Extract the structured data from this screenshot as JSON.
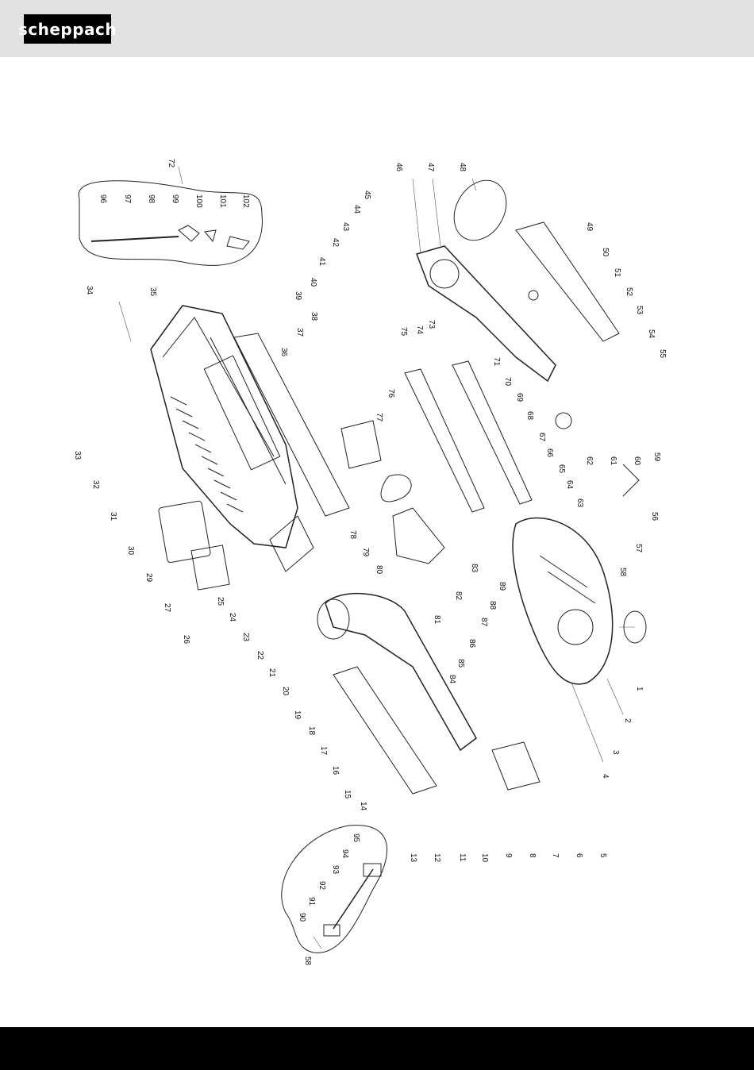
{
  "header": {
    "brand": "scheppach",
    "background": "#e2e2e2"
  },
  "footer": {
    "background": "#000000"
  },
  "diagram": {
    "callouts": [
      {
        "id": "c1",
        "label": "1"
      },
      {
        "id": "c2",
        "label": "2"
      },
      {
        "id": "c3",
        "label": "3"
      },
      {
        "id": "c4",
        "label": "4"
      },
      {
        "id": "c5",
        "label": "5"
      },
      {
        "id": "c6",
        "label": "6"
      },
      {
        "id": "c7",
        "label": "7"
      },
      {
        "id": "c8",
        "label": "8"
      },
      {
        "id": "c9",
        "label": "9"
      },
      {
        "id": "c10",
        "label": "10"
      },
      {
        "id": "c11",
        "label": "11"
      },
      {
        "id": "c12",
        "label": "12"
      },
      {
        "id": "c13",
        "label": "13"
      },
      {
        "id": "c14",
        "label": "14"
      },
      {
        "id": "c15",
        "label": "15"
      },
      {
        "id": "c16",
        "label": "16"
      },
      {
        "id": "c17",
        "label": "17"
      },
      {
        "id": "c18",
        "label": "18"
      },
      {
        "id": "c19",
        "label": "19"
      },
      {
        "id": "c20",
        "label": "20"
      },
      {
        "id": "c21",
        "label": "21"
      },
      {
        "id": "c22",
        "label": "22"
      },
      {
        "id": "c23",
        "label": "23"
      },
      {
        "id": "c24",
        "label": "24"
      },
      {
        "id": "c25",
        "label": "25"
      },
      {
        "id": "c26",
        "label": "26"
      },
      {
        "id": "c27",
        "label": "27"
      },
      {
        "id": "c29",
        "label": "29"
      },
      {
        "id": "c30",
        "label": "30"
      },
      {
        "id": "c31",
        "label": "31"
      },
      {
        "id": "c32",
        "label": "32"
      },
      {
        "id": "c33",
        "label": "33"
      },
      {
        "id": "c34",
        "label": "34"
      },
      {
        "id": "c35",
        "label": "35"
      },
      {
        "id": "c36",
        "label": "36"
      },
      {
        "id": "c37",
        "label": "37"
      },
      {
        "id": "c38",
        "label": "38"
      },
      {
        "id": "c39",
        "label": "39"
      },
      {
        "id": "c40",
        "label": "40"
      },
      {
        "id": "c41",
        "label": "41"
      },
      {
        "id": "c42",
        "label": "42"
      },
      {
        "id": "c43",
        "label": "43"
      },
      {
        "id": "c44",
        "label": "44"
      },
      {
        "id": "c45",
        "label": "45"
      },
      {
        "id": "c46",
        "label": "46"
      },
      {
        "id": "c47",
        "label": "47"
      },
      {
        "id": "c48",
        "label": "48"
      },
      {
        "id": "c49",
        "label": "49"
      },
      {
        "id": "c50",
        "label": "50"
      },
      {
        "id": "c51",
        "label": "51"
      },
      {
        "id": "c52",
        "label": "52"
      },
      {
        "id": "c53",
        "label": "53"
      },
      {
        "id": "c54",
        "label": "54"
      },
      {
        "id": "c55",
        "label": "55"
      },
      {
        "id": "c56",
        "label": "56"
      },
      {
        "id": "c57",
        "label": "57"
      },
      {
        "id": "c58a",
        "label": "58"
      },
      {
        "id": "c58b",
        "label": "58"
      },
      {
        "id": "c59",
        "label": "59"
      },
      {
        "id": "c60",
        "label": "60"
      },
      {
        "id": "c61",
        "label": "61"
      },
      {
        "id": "c62",
        "label": "62"
      },
      {
        "id": "c63",
        "label": "63"
      },
      {
        "id": "c64",
        "label": "64"
      },
      {
        "id": "c65",
        "label": "65"
      },
      {
        "id": "c66",
        "label": "66"
      },
      {
        "id": "c67",
        "label": "67"
      },
      {
        "id": "c68",
        "label": "68"
      },
      {
        "id": "c69",
        "label": "69"
      },
      {
        "id": "c70",
        "label": "70"
      },
      {
        "id": "c71",
        "label": "71"
      },
      {
        "id": "c72a",
        "label": "72"
      },
      {
        "id": "c72b",
        "label": "72"
      },
      {
        "id": "c73",
        "label": "73"
      },
      {
        "id": "c74",
        "label": "74"
      },
      {
        "id": "c75",
        "label": "75"
      },
      {
        "id": "c76",
        "label": "76"
      },
      {
        "id": "c77",
        "label": "77"
      },
      {
        "id": "c78",
        "label": "78"
      },
      {
        "id": "c79",
        "label": "79"
      },
      {
        "id": "c80",
        "label": "80"
      },
      {
        "id": "c81",
        "label": "81"
      },
      {
        "id": "c82",
        "label": "82"
      },
      {
        "id": "c83",
        "label": "83"
      },
      {
        "id": "c84",
        "label": "84"
      },
      {
        "id": "c85",
        "label": "85"
      },
      {
        "id": "c86",
        "label": "86"
      },
      {
        "id": "c87",
        "label": "87"
      },
      {
        "id": "c88",
        "label": "88"
      },
      {
        "id": "c89",
        "label": "89"
      },
      {
        "id": "c90",
        "label": "90"
      },
      {
        "id": "c91",
        "label": "91"
      },
      {
        "id": "c92",
        "label": "92"
      },
      {
        "id": "c93",
        "label": "93"
      },
      {
        "id": "c94",
        "label": "94"
      },
      {
        "id": "c95",
        "label": "95"
      },
      {
        "id": "c96",
        "label": "96"
      },
      {
        "id": "c97",
        "label": "97"
      },
      {
        "id": "c98",
        "label": "98"
      },
      {
        "id": "c99",
        "label": "99"
      },
      {
        "id": "c100",
        "label": "100"
      },
      {
        "id": "c101",
        "label": "101"
      },
      {
        "id": "c102",
        "label": "102"
      }
    ]
  }
}
